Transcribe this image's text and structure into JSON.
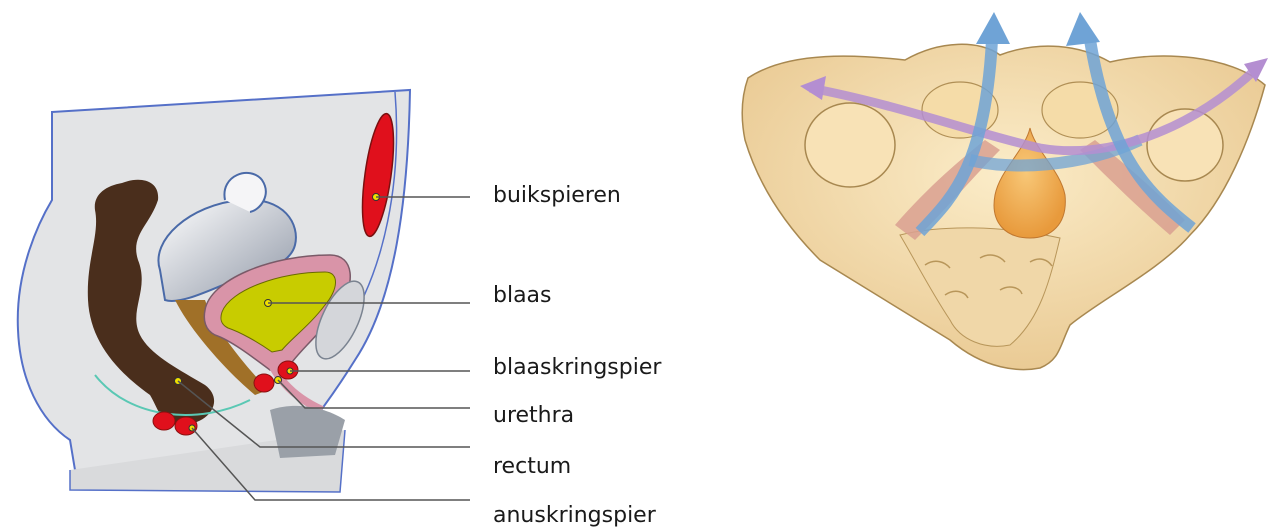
{
  "labels": {
    "buikspieren": "buikspieren",
    "blaas": "blaas",
    "blaaskringspier": "blaaskringspier",
    "urethra": "urethra",
    "rectum": "rectum",
    "anuskringspier": "anuskringspier"
  },
  "colors": {
    "muscle_red": "#e0101c",
    "bladder_yellow": "#c8cc00",
    "bladder_wall_pink": "#d994a8",
    "rectum_brown": "#4a2e1c",
    "bone": "#f3ddb0",
    "arrow_blue": "#6fa3d6",
    "arrow_purple": "#b48ed1",
    "leader_line": "#555555"
  }
}
